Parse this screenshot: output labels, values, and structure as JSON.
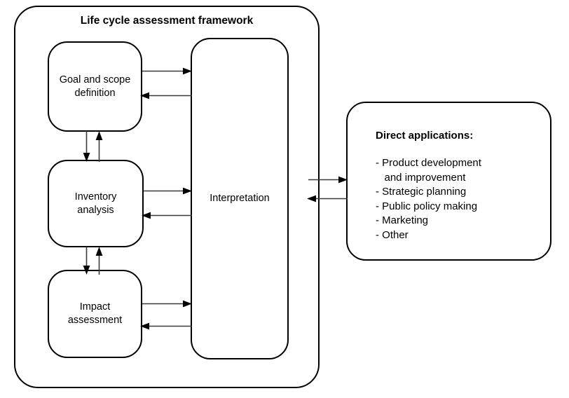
{
  "diagram": {
    "title": "Life cycle assessment framework",
    "stages": [
      {
        "id": "goal-scope",
        "label": "Goal and scope\ndefinition"
      },
      {
        "id": "inventory",
        "label": "Inventory\nanalysis"
      },
      {
        "id": "impact",
        "label": "Impact\nassessment"
      }
    ],
    "interpretation": {
      "label": "Interpretation"
    },
    "applications": {
      "title": "Direct applications:",
      "items": [
        "- Product development",
        "   and improvement",
        "- Strategic planning",
        "- Public policy making",
        "- Marketing",
        "- Other"
      ]
    },
    "colors": {
      "stroke": "#000000",
      "arrow": "#3a3a3a",
      "background": "#ffffff",
      "text": "#000000"
    }
  }
}
